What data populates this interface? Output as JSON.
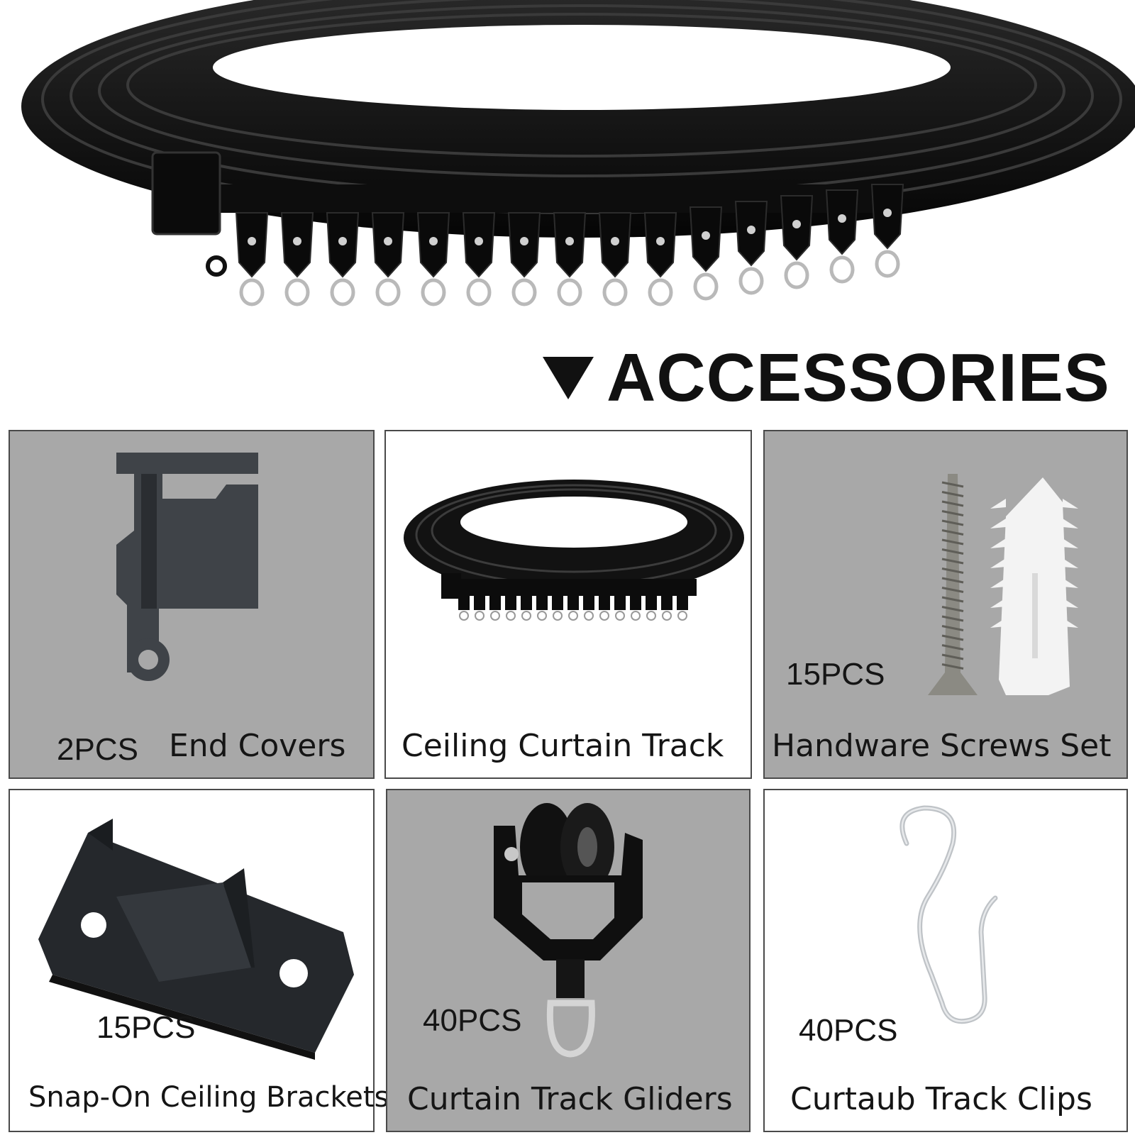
{
  "header": {
    "title": "ACCESSORIES",
    "marker_icon": "down-triangle-icon"
  },
  "items": [
    {
      "quantity": "2PCS",
      "name": "End Covers",
      "icon": "end-cover-icon",
      "background": "#a8a8a8"
    },
    {
      "quantity": "",
      "name": "Ceiling Curtain Track",
      "icon": "coiled-track-icon",
      "background": "#ffffff"
    },
    {
      "quantity": "15PCS",
      "name": "Handware Screws Set",
      "icon": "screw-and-anchor-icon",
      "background": "#a8a8a8"
    },
    {
      "quantity": "15PCS",
      "name": "Snap-On Ceiling Brackets",
      "icon": "ceiling-bracket-icon",
      "background": "#ffffff"
    },
    {
      "quantity": "40PCS",
      "name": "Curtain Track Gliders",
      "icon": "glider-icon",
      "background": "#a8a8a8"
    },
    {
      "quantity": "40PCS",
      "name": "Curtaub Track Clips",
      "icon": "s-hook-icon",
      "background": "#ffffff"
    }
  ],
  "colors": {
    "track": "#111111",
    "card_gray": "#a8a8a8",
    "metal": "#c8c8c8"
  }
}
